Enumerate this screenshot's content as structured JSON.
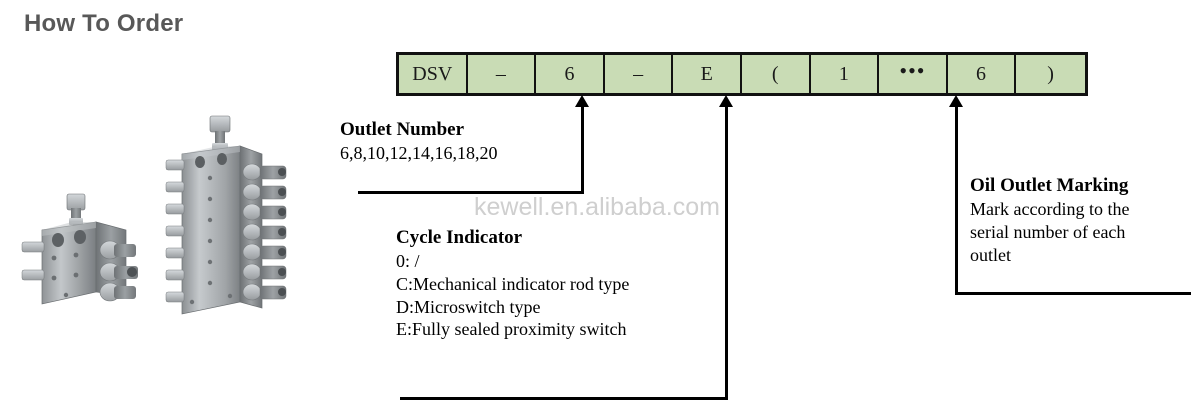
{
  "page": {
    "title": "How To Order",
    "watermark": "kewell.en.alibaba.com",
    "accent_box_color": "#c9dcb5",
    "line_color": "#111111",
    "title_color": "#585858",
    "watermark_color": "#cfcfcf"
  },
  "order_code": {
    "cells": [
      {
        "value": "DSV"
      },
      {
        "value": "–"
      },
      {
        "value": "6"
      },
      {
        "value": "–"
      },
      {
        "value": "E"
      },
      {
        "value": "("
      },
      {
        "value": "1"
      },
      {
        "value": "•••"
      },
      {
        "value": "6"
      },
      {
        "value": ")"
      }
    ]
  },
  "callouts": {
    "outlet_number": {
      "heading": "Outlet Number",
      "lines": [
        "6,8,10,12,14,16,18,20"
      ]
    },
    "cycle_indicator": {
      "heading": "Cycle Indicator",
      "lines": [
        "0: /",
        "C:Mechanical indicator rod type",
        "D:Microswitch type",
        "E:Fully sealed proximity switch"
      ]
    },
    "oil_outlet_marking": {
      "heading": "Oil Outlet Marking",
      "lines": [
        "Mark according to the",
        "serial number of each",
        "outlet"
      ]
    }
  },
  "photos": {
    "small_valve": "progressive-divider-valve-small",
    "large_valve": "progressive-divider-valve-large"
  }
}
